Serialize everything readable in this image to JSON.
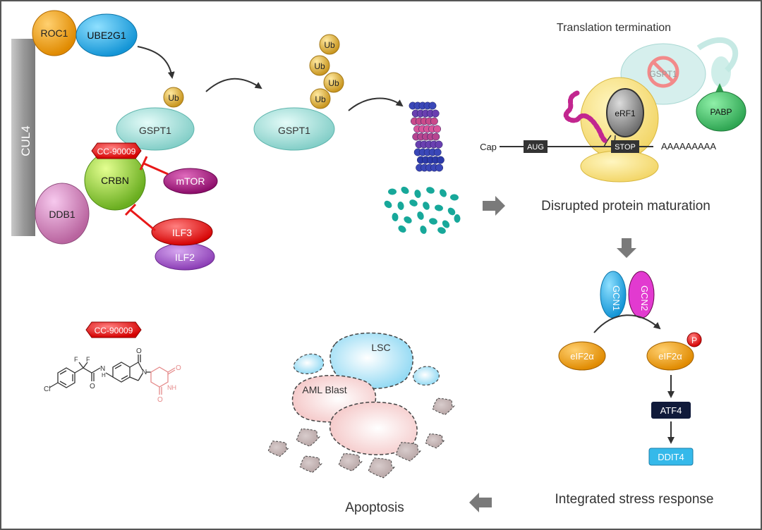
{
  "complex": {
    "cul4": "CUL4",
    "roc1": "ROC1",
    "ube2g1": "UBE2G1",
    "ub": "Ub",
    "gspt1": "GSPT1",
    "cc90009": "CC-90009",
    "crbn": "CRBN",
    "ddb1": "DDB1",
    "mtor": "mTOR",
    "ilf3": "ILF3",
    "ilf2": "ILF2"
  },
  "ubiquitinated": {
    "gspt1": "GSPT1",
    "ub": "Ub"
  },
  "translation": {
    "title": "Translation termination",
    "gspt1": "GSPT1",
    "erf1": "eRF1",
    "pabp": "PABP",
    "cap": "Cap",
    "aug": "AUG",
    "stop": "STOP",
    "polya": "AAAAAAAAA"
  },
  "labels": {
    "disrupted": "Disrupted protein maturation",
    "isr": "Integrated stress response",
    "apoptosis": "Apoptosis"
  },
  "stress": {
    "gcn1": "GCN1",
    "gcn2": "GCN2",
    "eif2a": "eIF2α",
    "eif2a_p": "eIF2α",
    "p": "P",
    "atf4": "ATF4",
    "ddit4": "DDIT4"
  },
  "cells": {
    "lsc": "LSC",
    "aml": "AML Blast"
  },
  "structure": {
    "tag": "CC-90009",
    "cl": "Cl",
    "f1": "F",
    "f2": "F",
    "nh": "H",
    "n_amide": "N",
    "n_ring": "N",
    "o_carbonyl": "O",
    "o_lactam": "O",
    "nh_imide": "NH",
    "o1": "O",
    "o2": "O"
  },
  "colors": {
    "orange": "#e8960f",
    "blue": "#1fa6e0",
    "gold": "#e2b43a",
    "teal": "#8fd6cf",
    "red": "#e81818",
    "purple": "#9b4fc0",
    "magenta": "#a3127a",
    "green": "#6fbe35",
    "pink": "#cf7fb8",
    "navy": "#101a3a"
  }
}
